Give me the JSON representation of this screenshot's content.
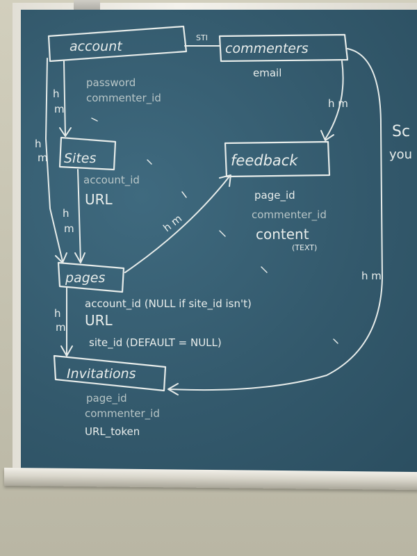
{
  "entities": [
    {
      "id": "account",
      "name": "account",
      "attributes": [
        "password",
        "commenter_id"
      ]
    },
    {
      "id": "commenters",
      "name": "commenters",
      "attributes": [
        "email"
      ]
    },
    {
      "id": "sites",
      "name": "Sites",
      "attributes": [
        "account_id",
        "URL"
      ]
    },
    {
      "id": "feedback",
      "name": "feedback",
      "attributes": [
        "page_id",
        "commenter_id",
        "content",
        "(TEXT)"
      ]
    },
    {
      "id": "pages",
      "name": "pages",
      "attributes": [
        "account_id (NULL if site_id isn't)",
        "URL",
        "site_id (DEFAULT = NULL)"
      ]
    },
    {
      "id": "invitations",
      "name": "Invitations",
      "attributes": [
        "page_id",
        "commenter_id",
        "URL_token"
      ]
    }
  ],
  "relations": [
    {
      "from": "account",
      "to": "commenters",
      "label": "STI"
    },
    {
      "from": "account",
      "to": "sites",
      "label": "h m"
    },
    {
      "from": "account",
      "to": "pages",
      "label": "h m"
    },
    {
      "from": "sites",
      "to": "pages",
      "label": "h m"
    },
    {
      "from": "pages",
      "to": "feedback",
      "label": "h m"
    },
    {
      "from": "commenters",
      "to": "feedback",
      "label": "h m"
    },
    {
      "from": "commenters",
      "to": "invitations",
      "label": "h m"
    },
    {
      "from": "pages",
      "to": "invitations",
      "label": "h m"
    }
  ],
  "edge_text": {
    "hm": "h m",
    "h": "h",
    "m": "m",
    "sti": "STI"
  },
  "margin_text": [
    "Sc",
    "you"
  ],
  "colors": {
    "board": "#33596c",
    "chalk": "#e7ecea",
    "frame": "#f0eee7",
    "wall": "#c9c6b4"
  }
}
